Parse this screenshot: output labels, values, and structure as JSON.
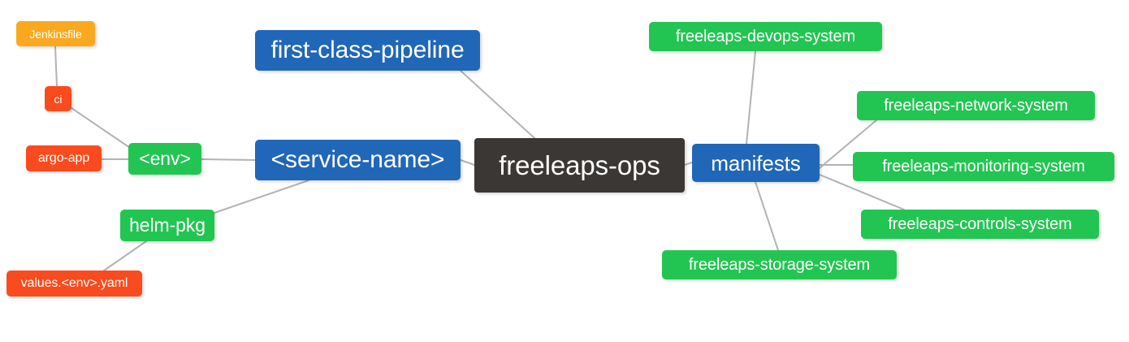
{
  "diagram": {
    "type": "mind-map",
    "root": "freeleaps-ops",
    "background_color": "#ffffff",
    "edge_color": "#b3b3b3",
    "palette": {
      "root": "#3b3734",
      "blue": "#2067b8",
      "green": "#23c552",
      "orange": "#faa91e",
      "red": "#fa4b1e"
    },
    "nodes": {
      "root": "freeleaps-ops",
      "first_class_pipeline": "first-class-pipeline",
      "service_name": "<service-name>",
      "manifests": "manifests",
      "env": "<env>",
      "helm_pkg": "helm-pkg",
      "jenkinsfile": "Jenkinsfile",
      "ci": "ci",
      "argo_app": "argo-app",
      "values_yaml": "values.<env>.yaml",
      "devops_system": "freeleaps-devops-system",
      "network_system": "freeleaps-network-system",
      "monitoring_system": "freeleaps-monitoring-system",
      "controls_system": "freeleaps-controls-system",
      "storage_system": "freeleaps-storage-system"
    },
    "edges": [
      {
        "from": "first-class-pipeline",
        "to": "freeleaps-ops"
      },
      {
        "from": "<service-name>",
        "to": "freeleaps-ops"
      },
      {
        "from": "freeleaps-ops",
        "to": "manifests"
      },
      {
        "from": "<env>",
        "to": "<service-name>"
      },
      {
        "from": "helm-pkg",
        "to": "<service-name>"
      },
      {
        "from": "Jenkinsfile",
        "to": "ci"
      },
      {
        "from": "ci",
        "to": "<env>"
      },
      {
        "from": "argo-app",
        "to": "<env>"
      },
      {
        "from": "values.<env>.yaml",
        "to": "helm-pkg"
      },
      {
        "from": "manifests",
        "to": "freeleaps-devops-system"
      },
      {
        "from": "manifests",
        "to": "freeleaps-network-system"
      },
      {
        "from": "manifests",
        "to": "freeleaps-monitoring-system"
      },
      {
        "from": "manifests",
        "to": "freeleaps-controls-system"
      },
      {
        "from": "manifests",
        "to": "freeleaps-storage-system"
      }
    ]
  }
}
